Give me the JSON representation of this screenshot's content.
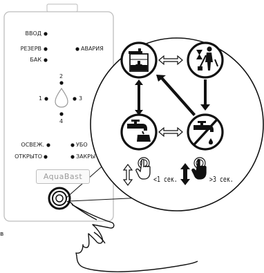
{
  "panel": {
    "labels": {
      "vvod": "ВВОД",
      "rezerv": "РЕЗЕРВ",
      "bak": "БАК",
      "avaria": "АВАРИЯ",
      "n1": "1",
      "n2": "2",
      "n3": "3",
      "n4": "4",
      "osvezh": "ОСВЕЖ.",
      "otkryto": "ОТКРЫТО",
      "ubo": "УБО",
      "zakry": "ЗАКРЫ"
    },
    "brand": "AquaBast"
  },
  "magnifier": {
    "short_press": "<1 сек.",
    "long_press": ">3 сек."
  },
  "edge_text": "в",
  "icons": [
    "tank-icon",
    "cleaning-icon",
    "faucet-icon",
    "faucet-off-icon",
    "short-press-hand-icon",
    "long-press-hand-icon",
    "power-button-icon",
    "pointing-hand-icon"
  ],
  "colors": {
    "ink": "#111111",
    "panel_border": "#c8c8c8",
    "led": "#111111"
  }
}
